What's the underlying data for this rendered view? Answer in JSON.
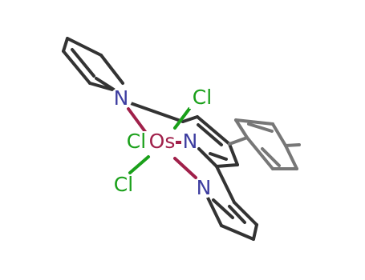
{
  "molecule": {
    "atoms": {
      "os": "Os",
      "n_center": "N",
      "n_upper": "N",
      "n_lower": "N",
      "cl_right": "Cl",
      "cl_left": "Cl",
      "cl_bottom": "Cl"
    },
    "colors": {
      "bond": "#333333",
      "os": "#a0204a",
      "nitrogen": "#3d3da0",
      "chlorine": "#1aa01a",
      "tolyl": "#777777"
    }
  }
}
